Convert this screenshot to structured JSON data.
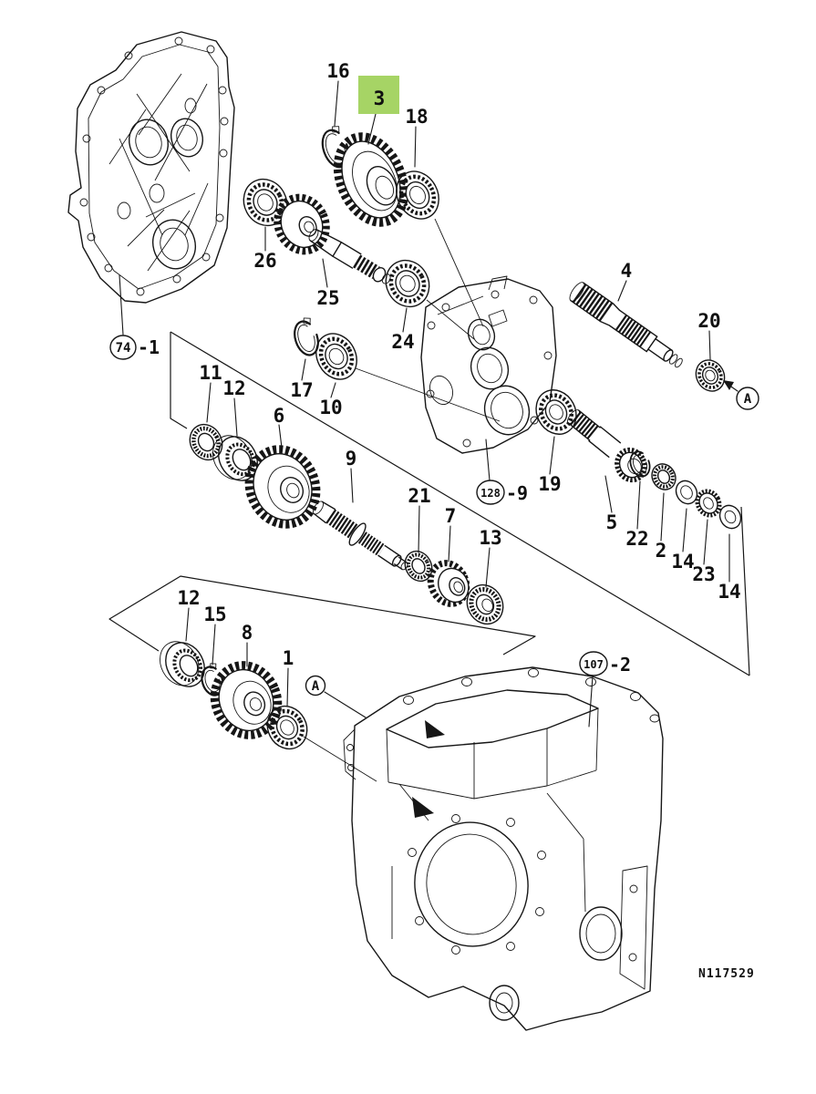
{
  "meta": {
    "drawing_code": "N117529"
  },
  "highlight": {
    "selected_part": "3",
    "color": "#a6d465"
  },
  "labels": {
    "l1": "1",
    "l2": "2",
    "l3": "3",
    "l4": "4",
    "l5": "5",
    "l6": "6",
    "l7": "7",
    "l8": "8",
    "l9": "9",
    "l10": "10",
    "l11": "11",
    "l12a": "12",
    "l12b": "12",
    "l13": "13",
    "l14a": "14",
    "l14b": "14",
    "l15": "15",
    "l16": "16",
    "l17": "17",
    "l18": "18",
    "l19": "19",
    "l20": "20",
    "l21": "21",
    "l22": "22",
    "l23": "23",
    "l24": "24",
    "l25": "25",
    "l26": "26"
  },
  "assembly_refs": {
    "ref74": {
      "circled": "74",
      "suffix": "-1"
    },
    "ref128": {
      "circled": "128",
      "suffix": "-9"
    },
    "ref107": {
      "circled": "107",
      "suffix": "-2"
    }
  },
  "view_markers": {
    "a1": "A",
    "a2": "A"
  },
  "code": "N117529"
}
